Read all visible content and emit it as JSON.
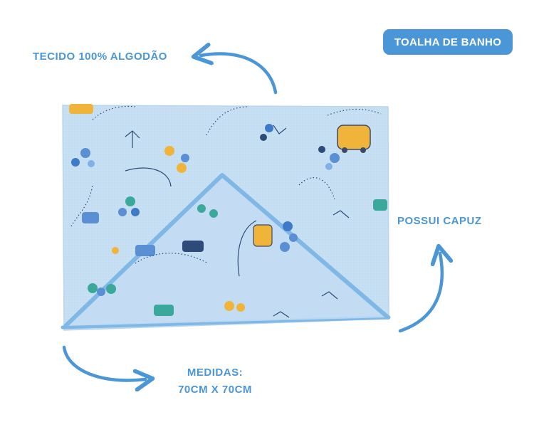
{
  "title": "TOALHA DE BANHO",
  "features": {
    "fabric": "TECIDO 100% ALGODÃO",
    "hood": "POSSUI CAPUZ"
  },
  "dimensions": {
    "label": "MEDIDAS:",
    "value": "70CM X 70CM"
  },
  "colors": {
    "accent": "#4a96d6",
    "towel": "#c6dff3",
    "piping": "#7fb8e6",
    "print_navy": "#2d4a78",
    "print_yellow": "#f0b43a",
    "print_teal": "#3aa89a"
  },
  "icons": {
    "arrow_fabric": "curved-arrow-up-left-icon",
    "arrow_hood": "curved-arrow-up-icon",
    "arrow_size": "curved-arrow-right-icon"
  }
}
